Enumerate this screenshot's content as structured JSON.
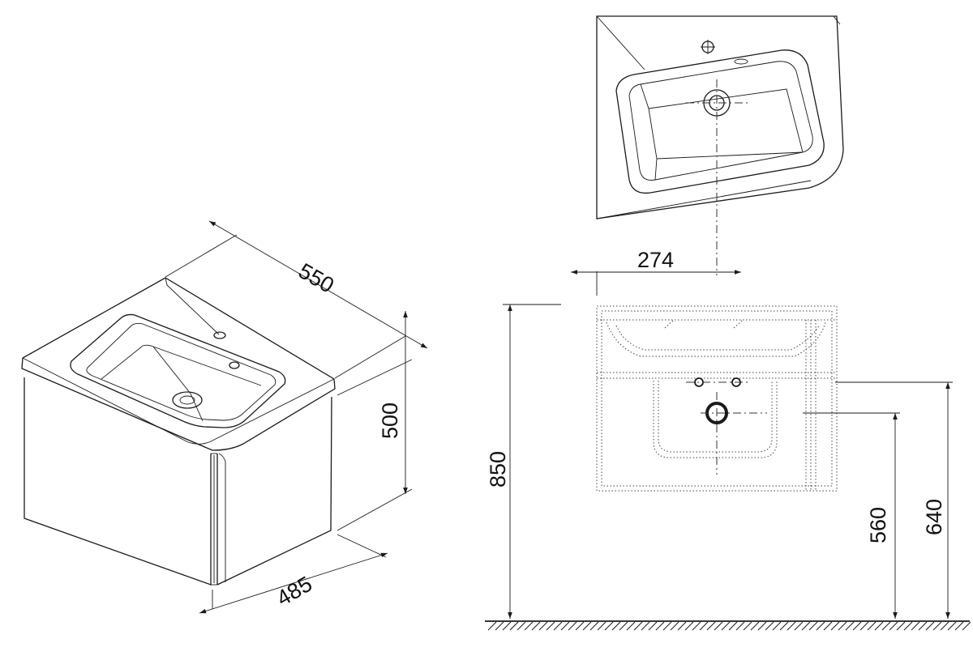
{
  "dimensions": {
    "width": "550",
    "height": "500",
    "depth": "485",
    "tap_offset": "274",
    "basin_height": "850",
    "waste_height": "560",
    "supply_height": "640"
  },
  "colors": {
    "line": "#1a1a1a",
    "background": "#ffffff"
  }
}
